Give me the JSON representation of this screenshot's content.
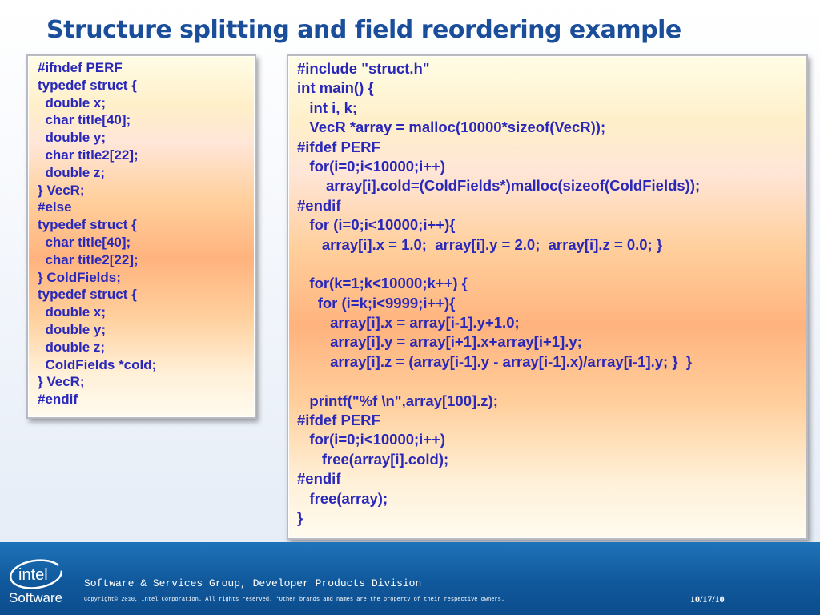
{
  "slide": {
    "title": "Structure splitting and field reordering example"
  },
  "left_code": [
    "#ifndef PERF",
    "typedef struct {",
    "  double x;",
    "  char title[40];",
    "  double y;",
    "  char title2[22];",
    "  double z;",
    "} VecR;",
    "#else",
    "typedef struct {",
    "  char title[40];",
    "  char title2[22];",
    "} ColdFields;",
    "typedef struct {",
    "  double x;",
    "  double y;",
    "  double z;",
    "  ColdFields *cold;",
    "} VecR;",
    "#endif"
  ],
  "right_code": [
    "#include \"struct.h\"",
    "int main() {",
    "   int i, k;",
    "   VecR *array = malloc(10000*sizeof(VecR));",
    "#ifdef PERF",
    "   for(i=0;i<10000;i++)",
    "       array[i].cold=(ColdFields*)malloc(sizeof(ColdFields));",
    "#endif",
    "   for (i=0;i<10000;i++){",
    "      array[i].x = 1.0;  array[i].y = 2.0;  array[i].z = 0.0; }",
    "",
    "   for(k=1;k<10000;k++) {",
    "     for (i=k;i<9999;i++){",
    "        array[i].x = array[i-1].y+1.0;",
    "        array[i].y = array[i+1].x+array[i+1].y;",
    "        array[i].z = (array[i-1].y - array[i-1].x)/array[i-1].y; }  }",
    "",
    "   printf(\"%f \\n\",array[100].z);",
    "#ifdef PERF",
    "   for(i=0;i<10000;i++)",
    "      free(array[i].cold);",
    "#endif",
    "   free(array);",
    "}"
  ],
  "footer": {
    "logo_text": "intel",
    "logo_subtext": "Software",
    "division": "Software & Services Group, Developer Products Division",
    "copyright": "Copyright© 2010, Intel Corporation. All rights reserved. *Other brands and names are the property of their respective owners.",
    "date": "10/17/10"
  },
  "colors": {
    "title": "#1a4e9a",
    "code_text": "#2a28b8",
    "footer_bg": "#10589c"
  }
}
